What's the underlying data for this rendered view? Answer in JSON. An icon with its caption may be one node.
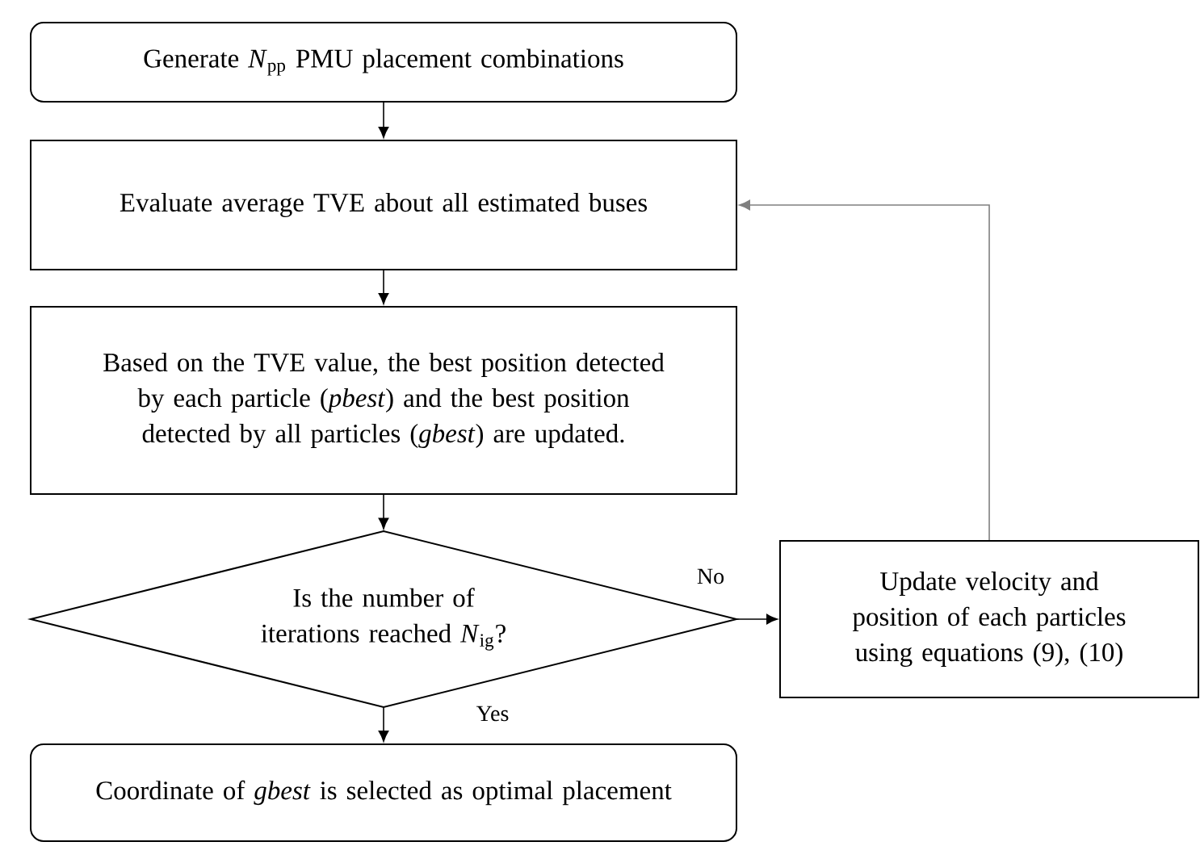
{
  "diagram": {
    "nodes": [
      {
        "text": [
          "Generate *N*$_{pp}$ PMU placement combinations"
        ]
      },
      {
        "text": [
          "Evaluate average TVE about all estimated buses"
        ]
      },
      {
        "text": [
          "Based on the TVE value, the best position detected by each particle (*pbest*) and the best position detected by all particles (*gbest*) are updated."
        ]
      },
      {
        "text": [
          "Is the number of iterations reached *N*$_{ig}$?"
        ]
      },
      {
        "text": [
          "Update velocity and position of each particles using equations (9), (10)"
        ]
      },
      {
        "text": [
          "Coordinate of *gbest* is selected as optimal placement"
        ]
      }
    ],
    "edges": [
      {
        "from": 0,
        "to": 1,
        "arrow": "to"
      },
      {
        "from": 1,
        "to": 2,
        "arrow": "to"
      },
      {
        "from": 2,
        "to": 3,
        "arrow": "to"
      },
      {
        "from": 3,
        "to": 4,
        "arrow": "to",
        "label": "No"
      },
      {
        "from": 3,
        "to": 5,
        "arrow": "to",
        "label": "Yes"
      },
      {
        "from": 4,
        "to": 1,
        "arrow": "to",
        "color": "#808080"
      }
    ]
  }
}
